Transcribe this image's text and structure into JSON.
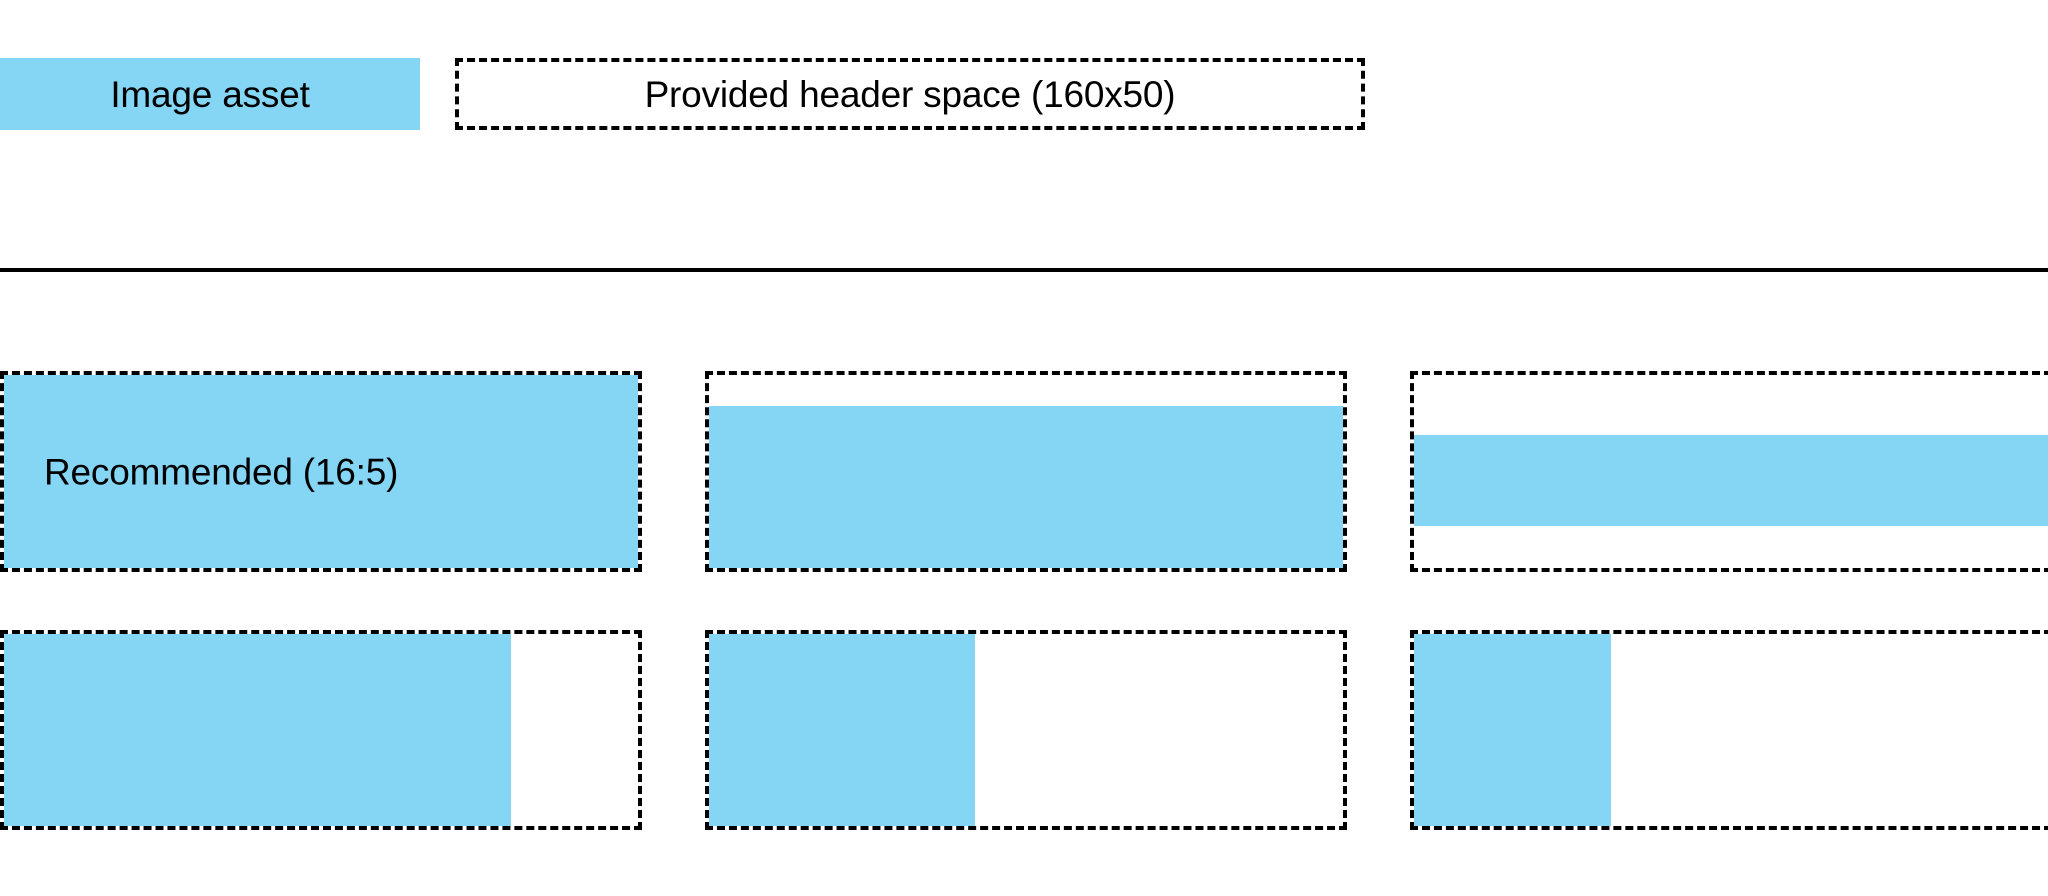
{
  "colors": {
    "asset_fill": "#85d5f5",
    "outline": "#000000",
    "background": "#ffffff"
  },
  "header": {
    "asset_label": "Image asset",
    "space_label": "Provided header space (160x50)",
    "space_width": 160,
    "space_height": 50
  },
  "ratio_guide": {
    "recommended_label": "Recommended (16:5)",
    "recommended_ratio": "16:5",
    "rows": [
      {
        "name": "full-height-row",
        "cells": [
          {
            "name": "recommended-cell",
            "label": "Recommended (16:5)",
            "fill": {
              "left_pct": 0,
              "top_pct": 0,
              "width_pct": 100,
              "height_pct": 100
            }
          },
          {
            "name": "slightly-short-cell",
            "label": "",
            "fill": {
              "left_pct": 0,
              "top_pct": 16,
              "width_pct": 100,
              "height_pct": 84
            }
          },
          {
            "name": "short-band-cell",
            "label": "",
            "fill": {
              "left_pct": 0,
              "top_pct": 31,
              "width_pct": 100,
              "height_pct": 47
            }
          }
        ]
      },
      {
        "name": "narrow-width-row",
        "cells": [
          {
            "name": "wide-fill-cell",
            "label": "",
            "fill": {
              "left_pct": 0,
              "top_pct": 0,
              "width_pct": 80,
              "height_pct": 100
            }
          },
          {
            "name": "medium-fill-cell",
            "label": "",
            "fill": {
              "left_pct": 0,
              "top_pct": 0,
              "width_pct": 42,
              "height_pct": 100
            }
          },
          {
            "name": "narrow-fill-cell",
            "label": "",
            "fill": {
              "left_pct": 0,
              "top_pct": 0,
              "width_pct": 31,
              "height_pct": 100
            }
          }
        ]
      }
    ]
  }
}
